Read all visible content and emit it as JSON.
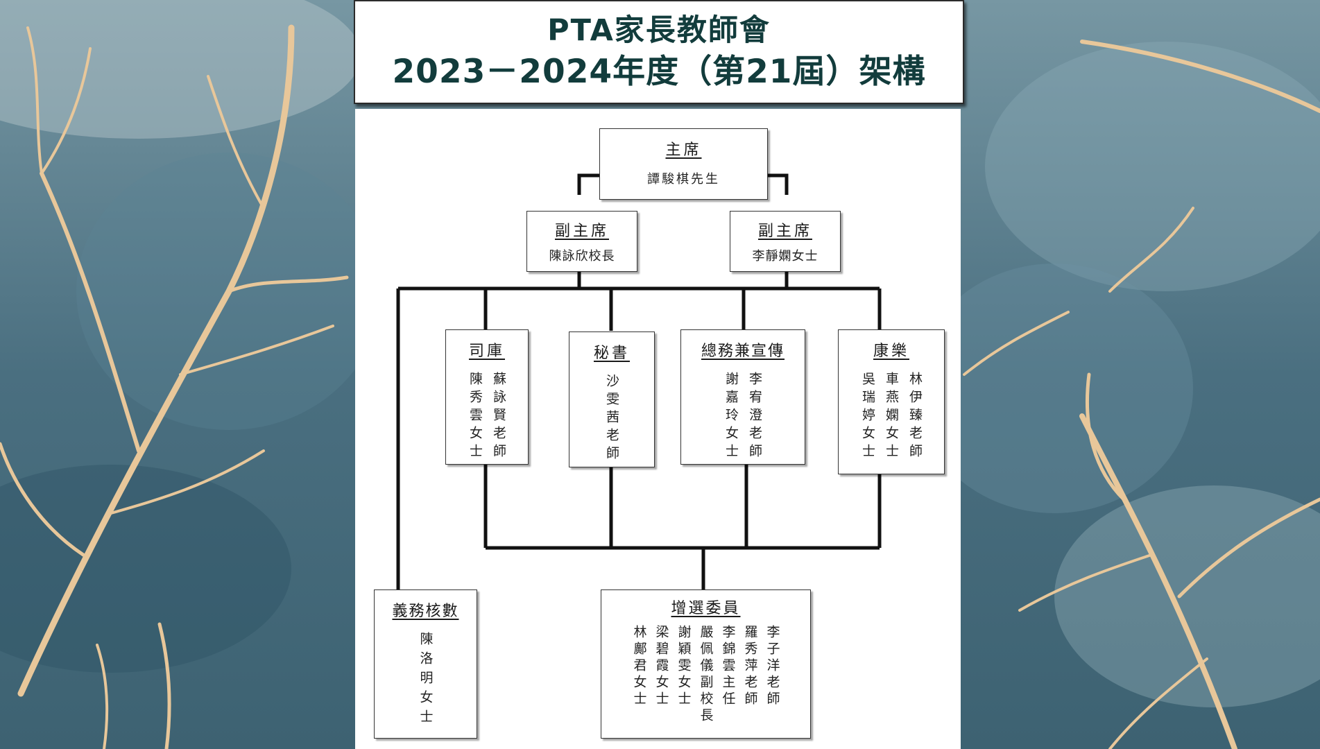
{
  "title": {
    "line1": "PTA家長教師會",
    "line2": "2023－2024年度（第21屆）架構"
  },
  "chart": {
    "chairman": {
      "role": "主席",
      "name": "譚駿棋先生"
    },
    "vice_chair_left": {
      "role": "副主席",
      "name": "陳詠欣校長"
    },
    "vice_chair_right": {
      "role": "副主席",
      "name": "李靜嫻女士"
    },
    "treasurer": {
      "role": "司庫",
      "members": [
        "蘇詠賢老師",
        "陳秀雲女士"
      ]
    },
    "secretary": {
      "role": "秘書",
      "members": [
        "沙雯茜老師"
      ]
    },
    "general_affairs": {
      "role": "總務兼宣傳",
      "members": [
        "李宥澄老師",
        "謝嘉玲女士"
      ]
    },
    "recreation": {
      "role": "康樂",
      "members": [
        "林伊臻老師",
        "車燕嫻女士",
        "吳瑞婷女士"
      ]
    },
    "auditor": {
      "role": "義務核數",
      "members": [
        "陳洛明女士"
      ]
    },
    "co_opted": {
      "role": "增選委員",
      "members": [
        "李子洋老師",
        "羅秀萍老師",
        "李錦雲主任",
        "嚴佩儀副校長",
        "謝穎雯女士",
        "梁碧霞女士",
        "林鄺君女士"
      ]
    }
  },
  "colors": {
    "title_text": "#123c3c",
    "background": "#4e7585",
    "branch": "#e8c79a"
  }
}
